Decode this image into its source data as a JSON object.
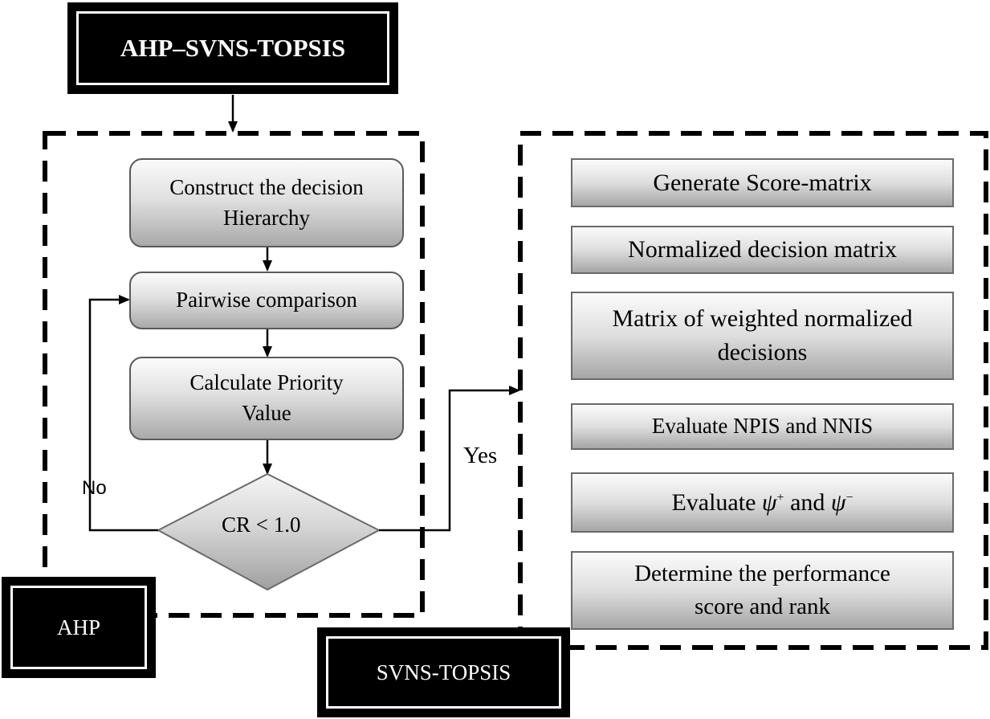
{
  "title": "AHP–SVNS-TOPSIS",
  "ahp_panel": {
    "label": "AHP",
    "steps": [
      "Construct the decision Hierarchy",
      "Pairwise comparison",
      "Calculate Priority Value"
    ],
    "decision": "CR < 1.0",
    "no_label": "No",
    "yes_label": "Yes"
  },
  "topsis_panel": {
    "label": "SVNS-TOPSIS",
    "steps": [
      "Generate Score-matrix",
      "Normalized decision matrix",
      "Matrix of weighted normalized decisions",
      "Evaluate NPIS and NNIS",
      "Evaluate",
      "Determine the performance score and rank"
    ],
    "psi_symbol": "ψ",
    "plus_sign": "+",
    "minus_sign": "−",
    "and_word": "and"
  },
  "colors": {
    "frame": "#000000",
    "box_border": "#5a5a5a",
    "box_fill_top": "#fbfbfb",
    "box_fill_bottom": "#a9a9a9"
  }
}
